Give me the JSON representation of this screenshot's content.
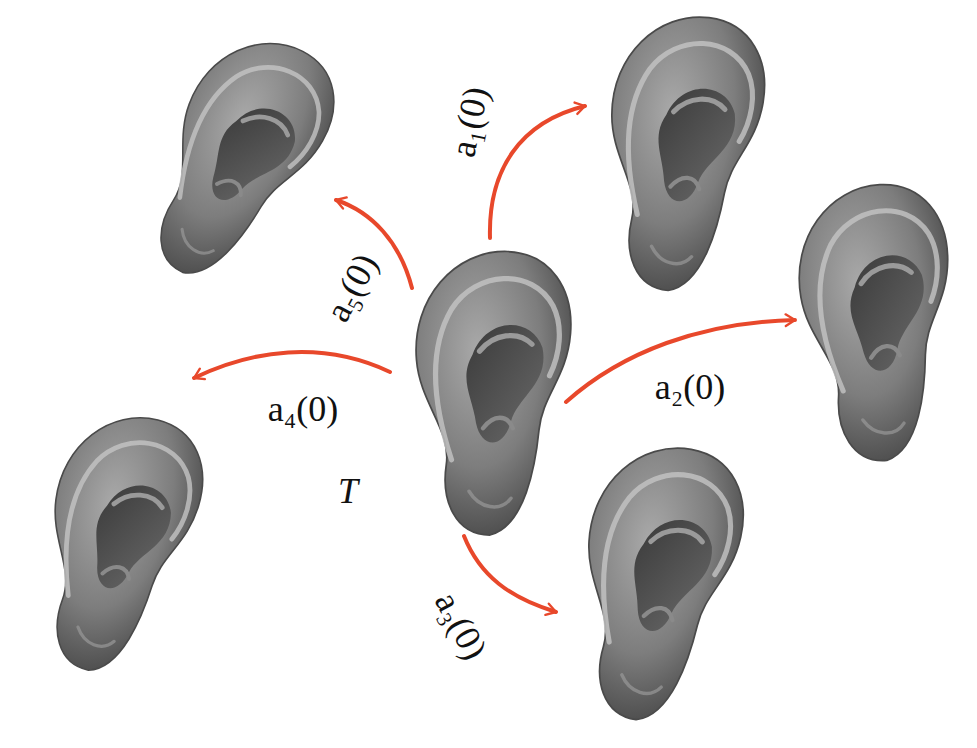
{
  "diagram": {
    "nodes": [
      {
        "text": [
          "T"
        ]
      }
    ],
    "labels": [
      "a₁(0)",
      "a₅(0)",
      "a₂(0)",
      "a₄(0)",
      "a₃(0)"
    ]
  }
}
